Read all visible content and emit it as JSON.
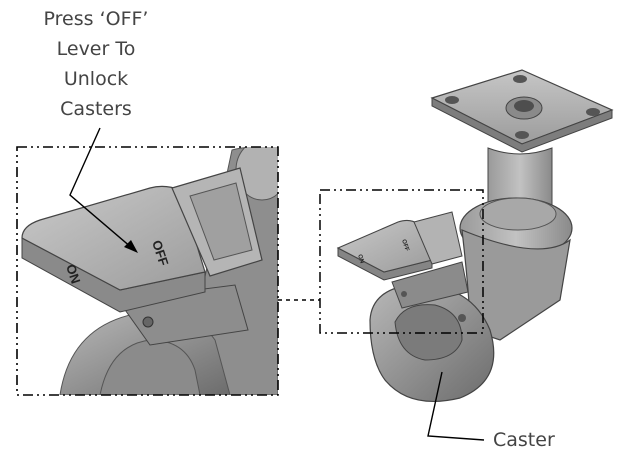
{
  "callout_unlock": {
    "lines": [
      "Press ‘OFF’",
      "Lever To",
      "Unlock",
      "Casters"
    ]
  },
  "callout_caster": {
    "label": "Caster"
  },
  "lever": {
    "off_text": "OFF",
    "on_text": "ON"
  },
  "colors": {
    "text": "#444444",
    "line": "#000000",
    "metal_light": "#c4c4c4",
    "metal_mid": "#9a9a9a",
    "metal_dark": "#6a6a6a"
  }
}
